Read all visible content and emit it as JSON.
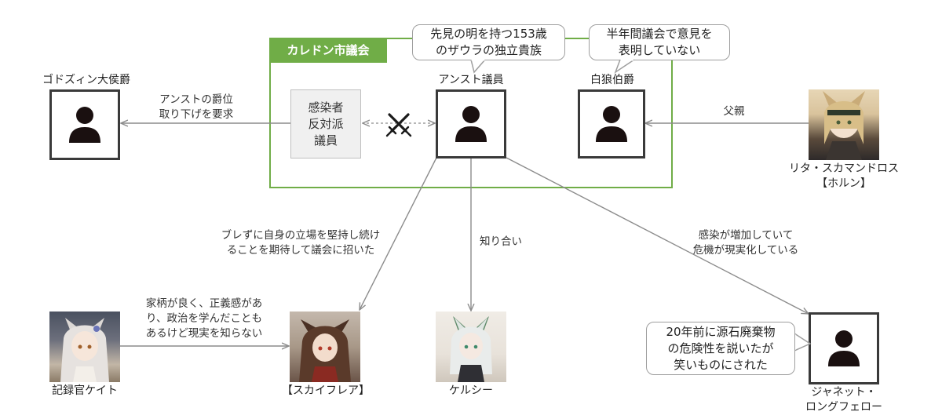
{
  "council": {
    "label": "カレドン市議会"
  },
  "nodes": {
    "godswin": {
      "name": "ゴドズィン大侯爵"
    },
    "group": {
      "lines": [
        "感染者",
        "反対派",
        "議員"
      ]
    },
    "anst": {
      "name": "アンスト議員"
    },
    "hakuro": {
      "name": "白狼伯爵"
    },
    "rita": {
      "name_line1": "リタ・スカマンドロス",
      "name_line2": "【ホルン】"
    },
    "kate": {
      "name": "記録官ケイト"
    },
    "skyfrare": {
      "name": "【スカイフレア】"
    },
    "kelsey": {
      "name": "ケルシー"
    },
    "janet": {
      "name_line1": "ジャネット・",
      "name_line2": "ロングフェロー"
    }
  },
  "callouts": {
    "anst": {
      "line1": "先見の明を持つ153歳",
      "line2": "のザウラの独立貴族"
    },
    "hakuro": {
      "line1": "半年間議会で意見を",
      "line2": "表明していない"
    },
    "janet": {
      "line1": "20年前に源石廃棄物",
      "line2": "の危険性を説いたが",
      "line3": "笑いものにされた"
    }
  },
  "edges": {
    "to_godswin": {
      "line1": "アンストの爵位",
      "line2": "取り下げを要求"
    },
    "rita_hakuro": {
      "line1": "父親"
    },
    "anst_skyfrare": {
      "line1": "ブレずに自身の立場を堅持し続け",
      "line2": "ることを期待して議会に招いた"
    },
    "anst_kelsey": {
      "line1": "知り合い"
    },
    "anst_janet": {
      "line1": "感染が増加していて",
      "line2": "危機が現実化している"
    },
    "kate_skyfrare": {
      "line1": "家柄が良く、正義感があ",
      "line2": "り、政治を学んだことも",
      "line3": "あるけど現実を知らない"
    }
  },
  "icons": {
    "person": "person-silhouette-icon",
    "conflict": "crossed-swords-icon"
  },
  "colors": {
    "council_green": "#70ad47",
    "node_border": "#3a3a3a",
    "arrow": "#8c8c8c",
    "silhouette": "#1a1010"
  }
}
